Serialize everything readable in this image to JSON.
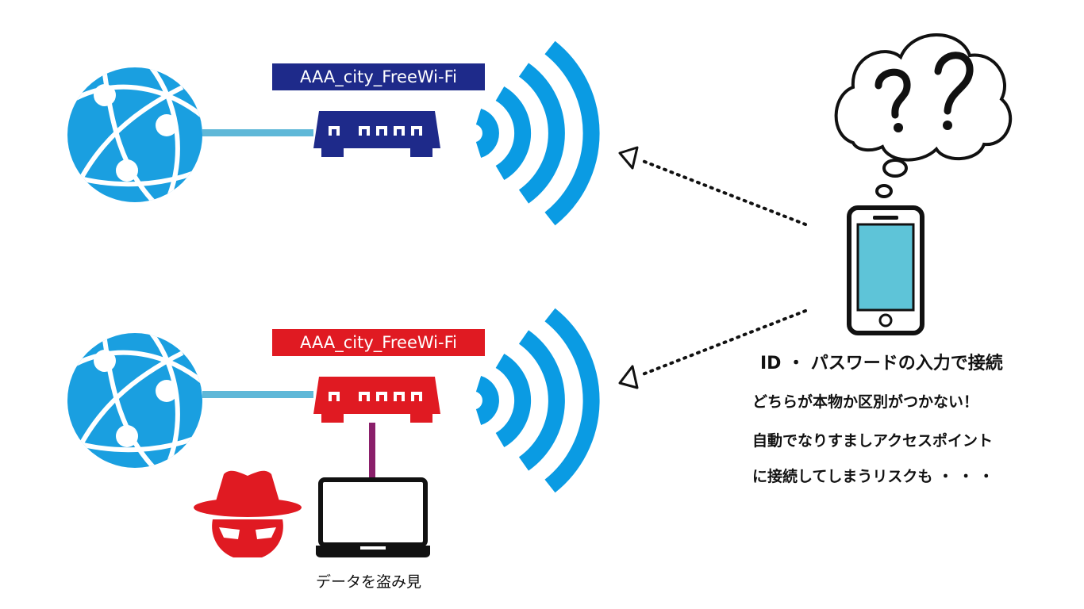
{
  "ssids": {
    "legit": "AAA_city_FreeWi-Fi",
    "fake": "AAA_city_FreeWi-Fi"
  },
  "phone": {
    "title": "ID ・ パスワードの入力で接続",
    "warning_lines": [
      "どちらが本物か区別がつかない！",
      "自動でなりすましアクセスポイント",
      "に接続してしまうリスクも ・ ・ ・"
    ]
  },
  "attacker": {
    "caption": "データを盗み見"
  },
  "icons": [
    "globe-icon",
    "router-icon",
    "wifi-signal-icon",
    "smartphone-icon",
    "thought-cloud-icon",
    "hacker-icon",
    "laptop-icon"
  ],
  "colors": {
    "globe": "#1a9fe0",
    "legit_router": "#1e2a8a",
    "fake_router": "#e01a22",
    "wifi": "#0a9be3",
    "cable": "#5fb8d8",
    "attacker_link": "#8a1f6a",
    "phone_screen": "#5ec4d8"
  }
}
